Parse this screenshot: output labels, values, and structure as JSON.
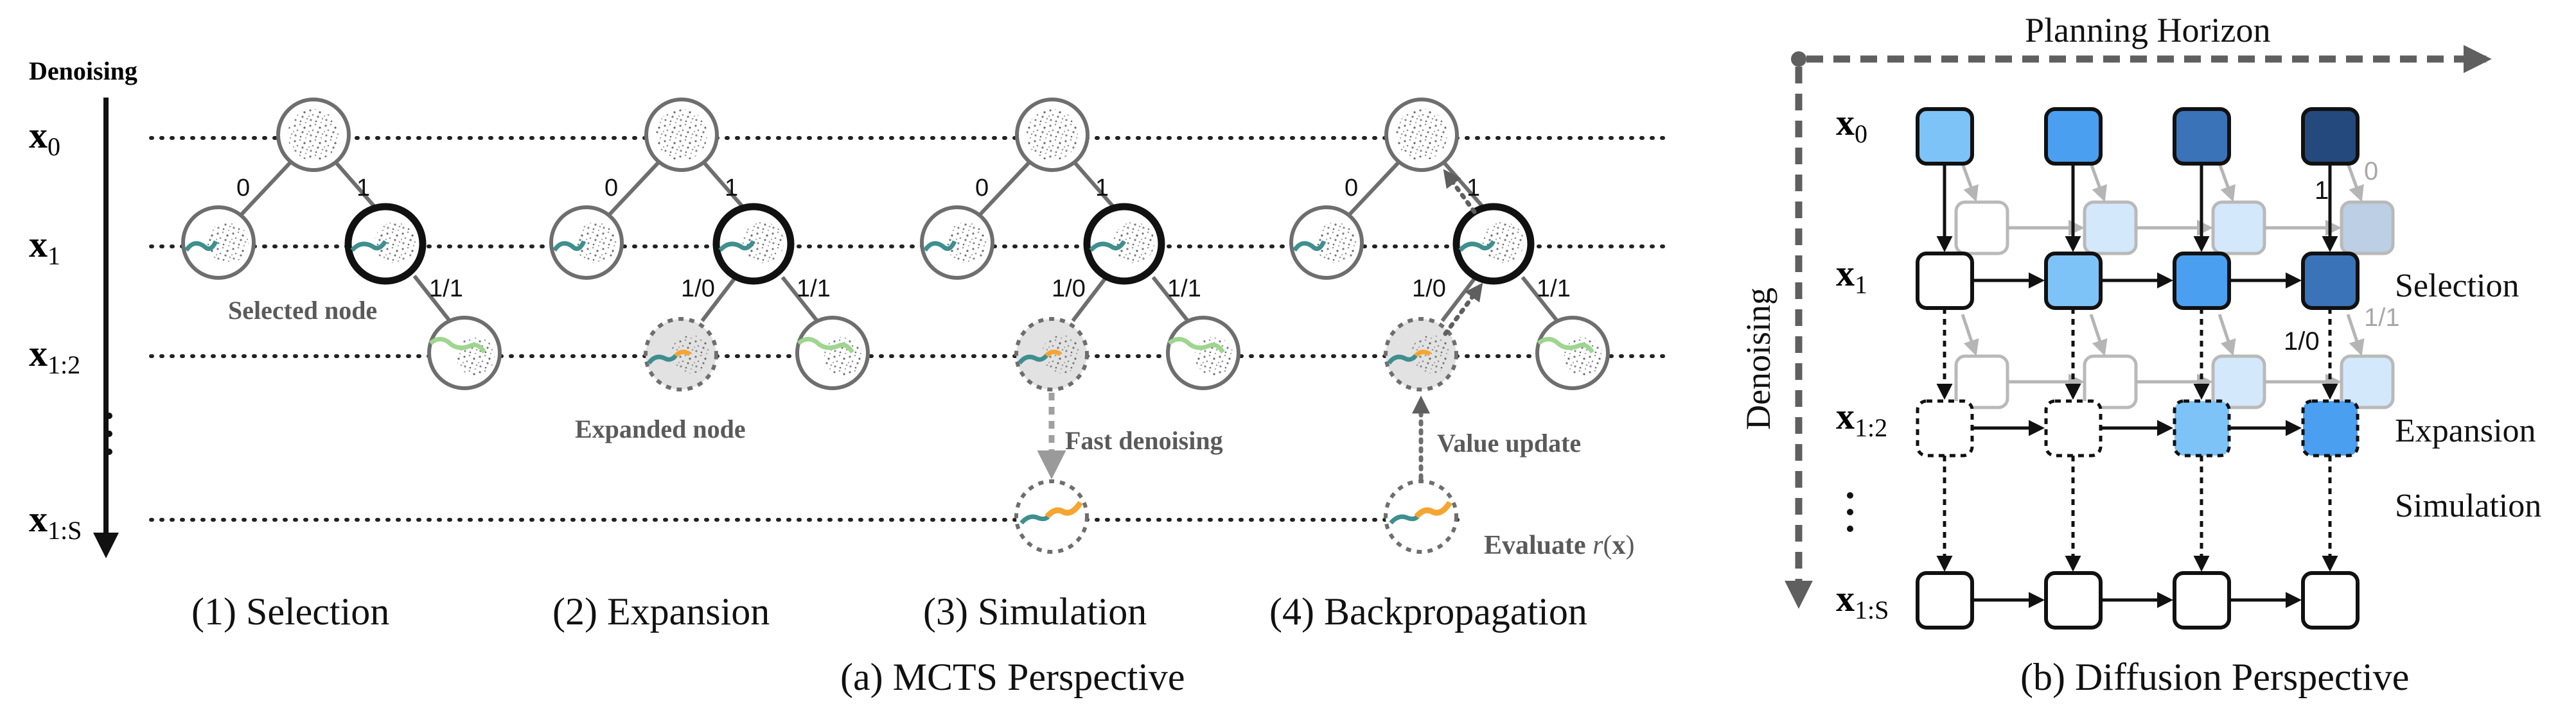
{
  "mcts": {
    "row_header": "Denoising",
    "states": [
      {
        "base": "x",
        "sub": "0"
      },
      {
        "base": "x",
        "sub": "1"
      },
      {
        "base": "x",
        "sub": "1:2"
      },
      {
        "base": "x",
        "sub": "1:S"
      }
    ],
    "edge_labels": {
      "left": "0",
      "right": "1",
      "one_one": "1/1",
      "one_zero": "1/0"
    },
    "annotations": {
      "selected_node": "Selected node",
      "expanded_node": "Expanded node",
      "fast_denoising": "Fast denoising",
      "value_update": "Value update",
      "evaluate": "Evaluate"
    },
    "evaluate_math": {
      "fn": "r",
      "arg": "x"
    },
    "panels": [
      "(1) Selection",
      "(2) Expansion",
      "(3) Simulation",
      "(4) Backpropagation"
    ],
    "caption": "(a) MCTS Perspective",
    "colors": {
      "trajectory_teal": "#3f8f8f",
      "trajectory_orange": "#f5a530",
      "trajectory_green": "#9ed68f"
    }
  },
  "diffusion": {
    "top_axis": "Planning Horizon",
    "left_axis": "Denoising",
    "states": [
      {
        "base": "x",
        "sub": "0"
      },
      {
        "base": "x",
        "sub": "1"
      },
      {
        "base": "x",
        "sub": "1:2"
      },
      {
        "base": "x",
        "sub": "1:S"
      }
    ],
    "phases": [
      "Selection",
      "Expansion",
      "Simulation"
    ],
    "edge_labels": {
      "one": "1",
      "zero": "0",
      "one_zero": "1/0",
      "one_one": "1/1"
    },
    "caption": "(b) Diffusion Perspective",
    "colors": {
      "blue_1": "#7ec3f7",
      "blue_2": "#4a9ff0",
      "blue_3": "#3a73b8",
      "blue_4": "#24497d",
      "ghost_1": "#d3e8fb",
      "ghost_2": "#bccfe4"
    }
  }
}
